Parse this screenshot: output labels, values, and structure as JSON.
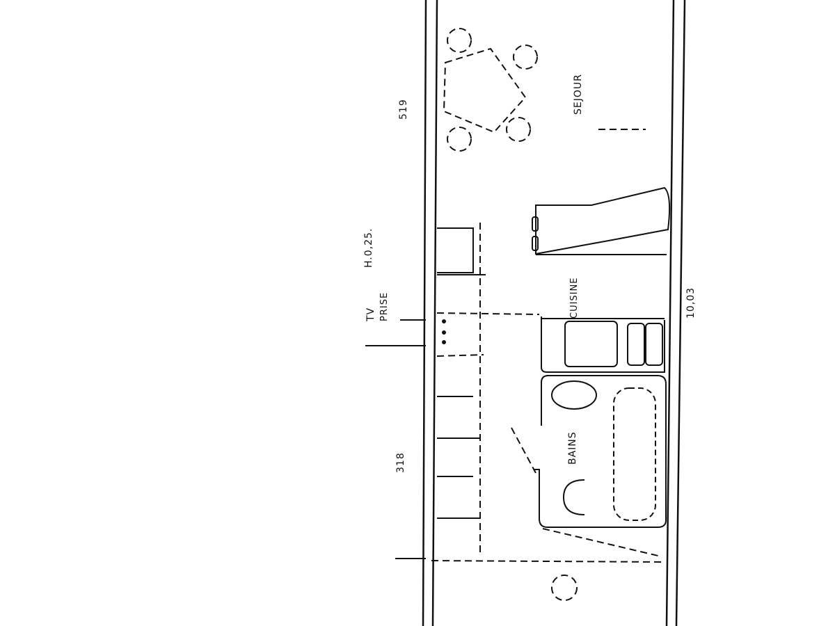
{
  "drawing": {
    "type": "floor-plan",
    "orientation": "rotated-90",
    "rooms": [
      {
        "id": "sejour",
        "label": "SEJOUR"
      },
      {
        "id": "cuisine",
        "label": "CUISINE"
      },
      {
        "id": "bains",
        "label": "BAINS"
      }
    ],
    "dimensions": {
      "top_length": "519",
      "bottom_length": "318",
      "height_note": "H.0,25.",
      "total_width": "10,03"
    },
    "annotations": {
      "tv": "TV",
      "prise": "PRISE"
    },
    "colors": {
      "ink": "#111111",
      "paper": "#ffffff"
    }
  }
}
